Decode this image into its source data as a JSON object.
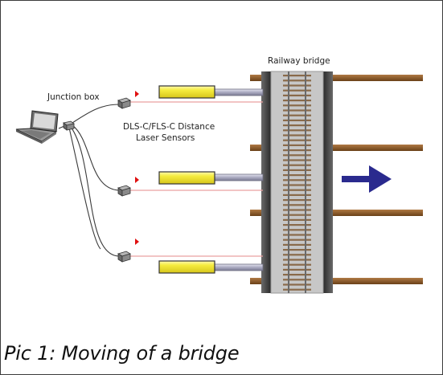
{
  "figure": {
    "bridge_label": "Railway bridge",
    "junction_label": "Junction box",
    "sensor_label_line1": "DLS-C/FLS-C Distance",
    "sensor_label_line2": "Laser Sensors",
    "caption": "Pic 1: Moving of a bridge"
  },
  "colors": {
    "beam": "#8b5a2b",
    "laser_line": "#e9a0a0",
    "laser_emitter": "#e01010",
    "bridge_deck": "#c7c7c7",
    "bridge_side": "#3a3a3a",
    "arrow": "#2a2a8e",
    "actuator_body": "#f5ec3f",
    "actuator_rod": "#b0b0c6"
  },
  "icons": [
    "laptop-icon",
    "junction-box-icon",
    "sensor-icon",
    "direction-arrow-icon"
  ]
}
